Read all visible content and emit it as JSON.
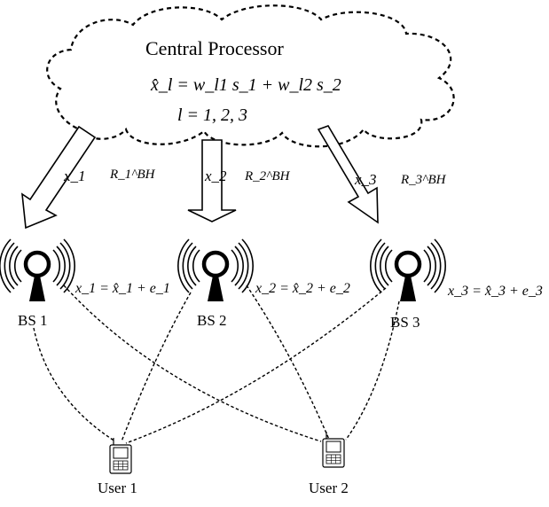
{
  "processor": {
    "title": "Central Processor",
    "equation": "x̂_l = w_l1 s_1 + w_l2 s_2",
    "index": "l = 1, 2, 3"
  },
  "links": [
    {
      "signal": "x_1",
      "rate": "R_1^BH"
    },
    {
      "signal": "x_2",
      "rate": "R_2^BH"
    },
    {
      "signal": "x_3",
      "rate": "R_3^BH"
    }
  ],
  "base_stations": [
    {
      "label": "BS 1",
      "equation": "x_1 = x̂_1 + e_1"
    },
    {
      "label": "BS 2",
      "equation": "x_2 = x̂_2 + e_2"
    },
    {
      "label": "BS 3",
      "equation": "x_3 = x̂_3 + e_3"
    }
  ],
  "users": [
    {
      "label": "User 1"
    },
    {
      "label": "User 2"
    }
  ]
}
